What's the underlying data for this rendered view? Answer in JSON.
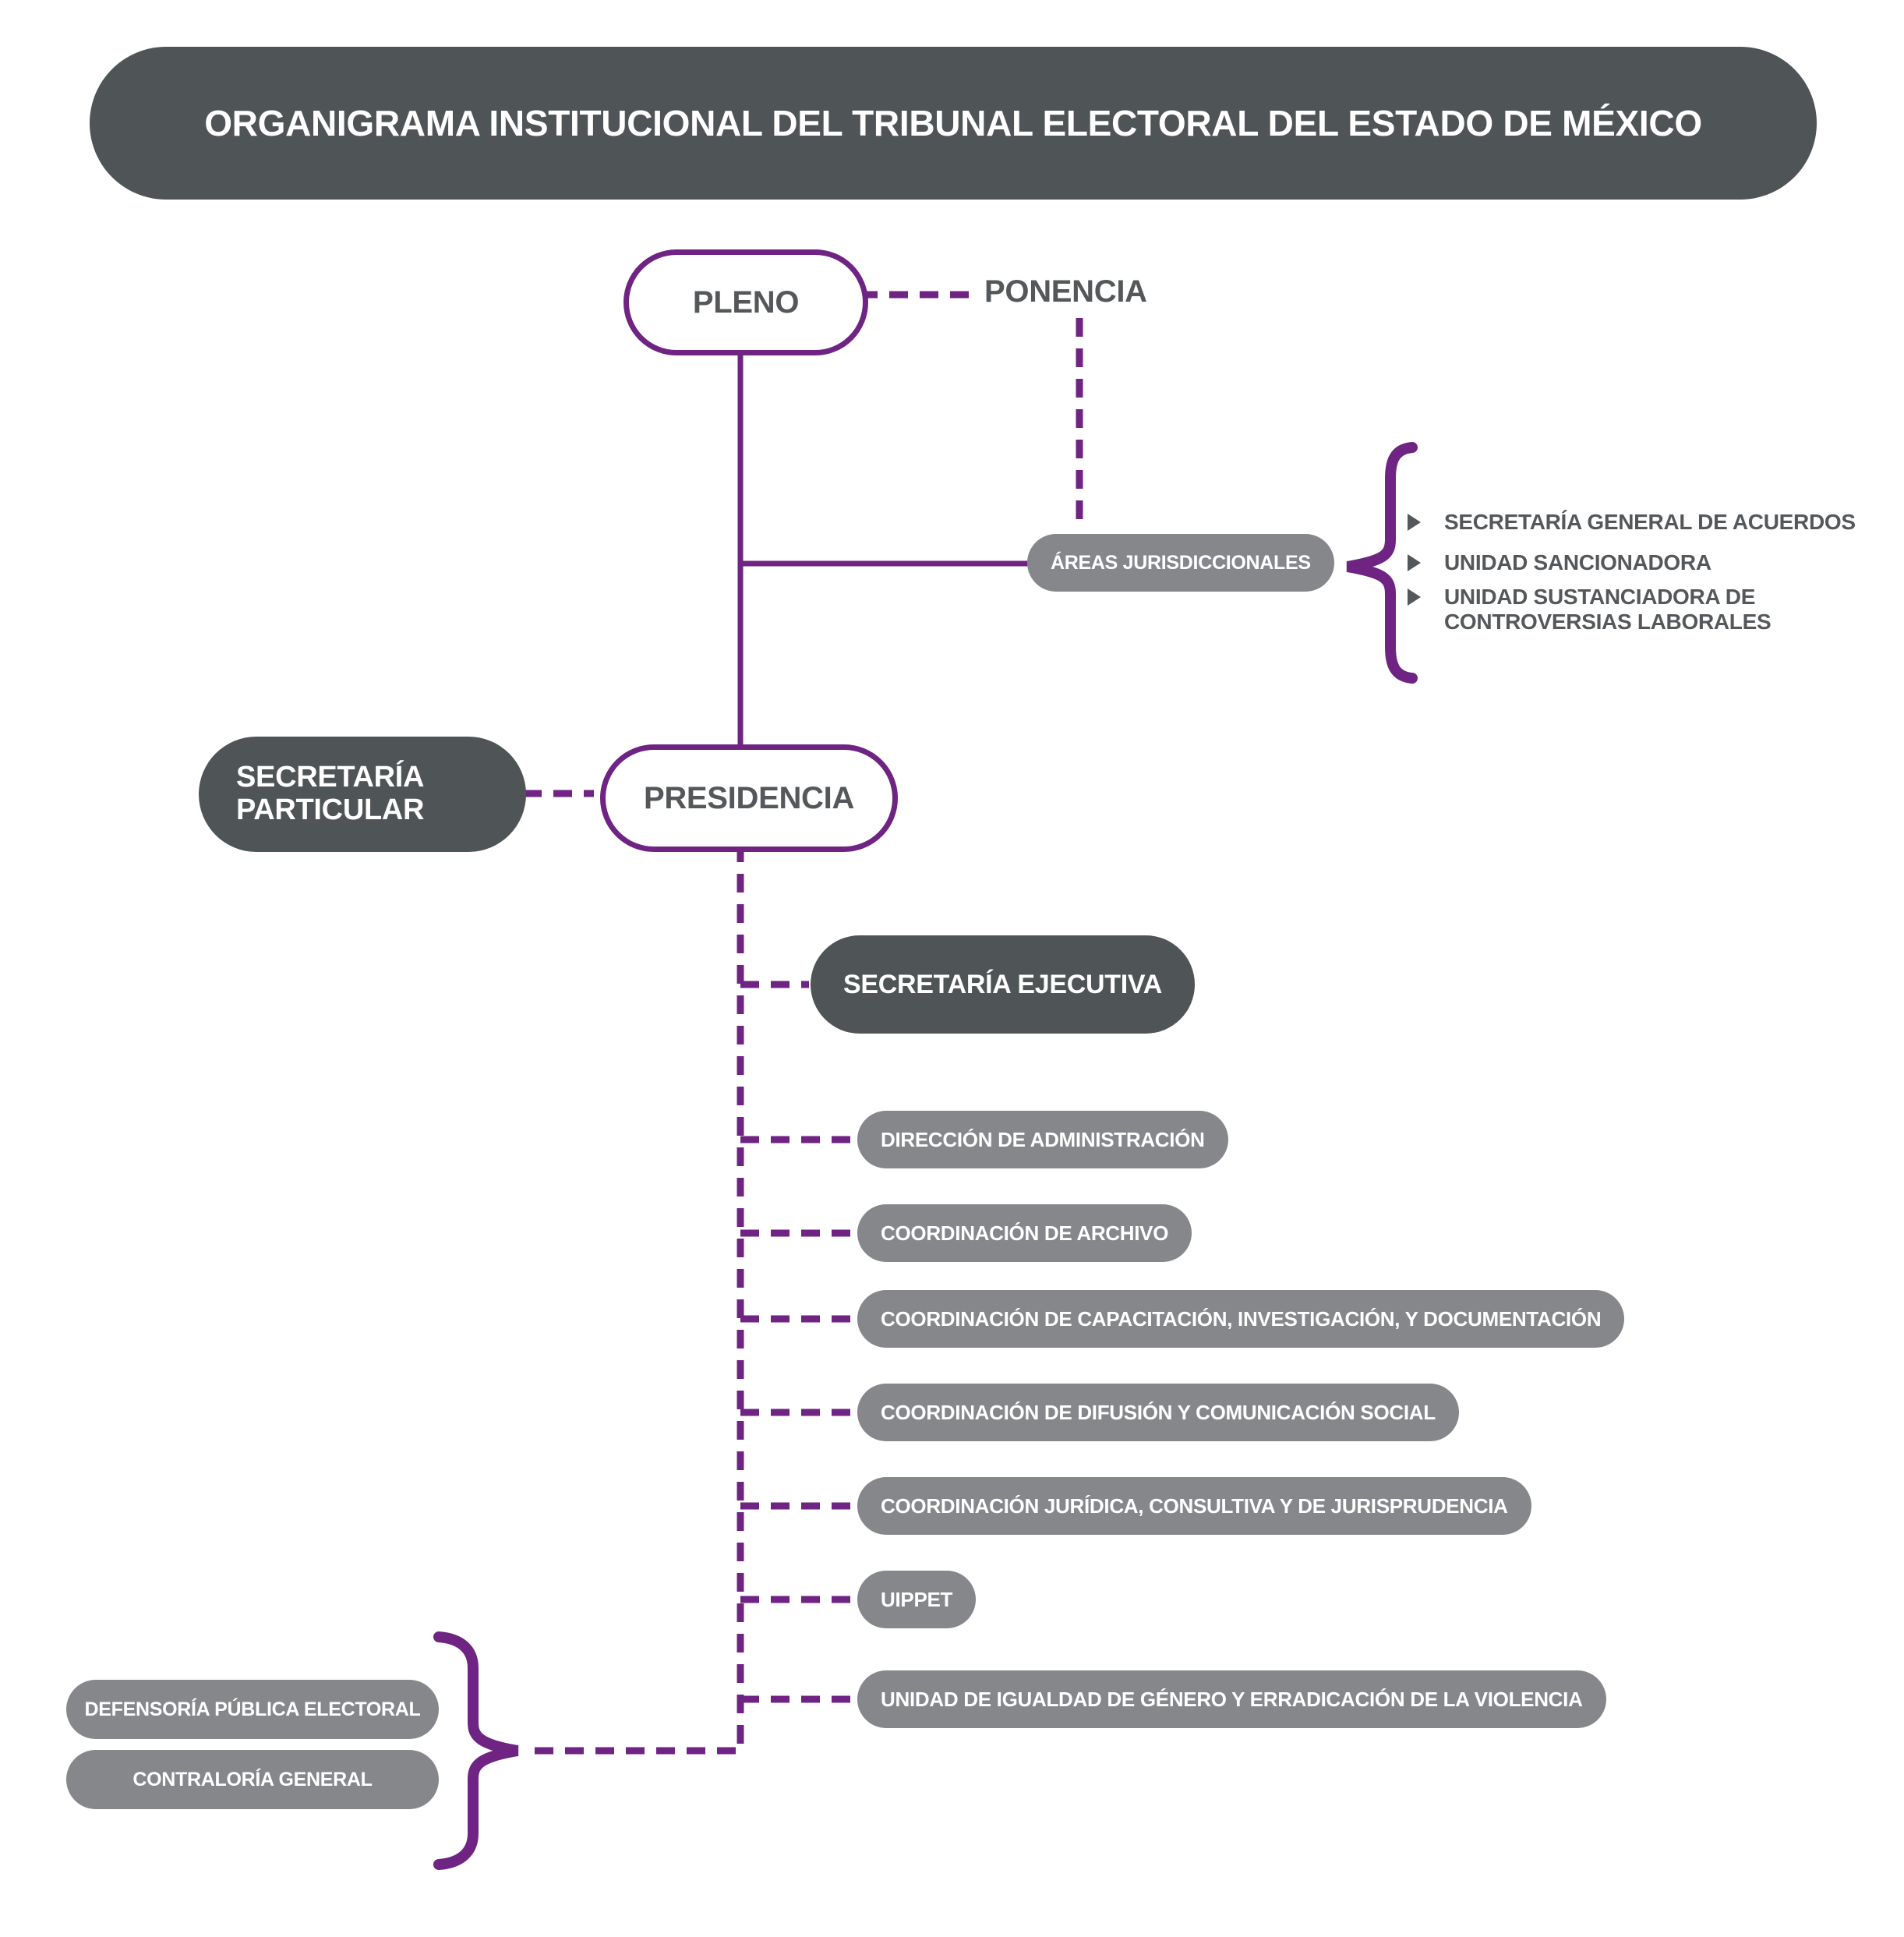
{
  "palette": {
    "purple": "#6F2383",
    "dark_gray": "#4F5456",
    "medium_gray": "#85878A",
    "text_gray": "#54585A",
    "white": "#FFFFFF"
  },
  "header": {
    "title": "ORGANIGRAMA INSTITUCIONAL DEL TRIBUNAL ELECTORAL DEL ESTADO DE MÉXICO"
  },
  "org": {
    "pleno": {
      "label": "PLENO"
    },
    "ponencia": {
      "label": "PONENCIA"
    },
    "areas_jurisdiccionales": {
      "label": "ÁREAS JURISDICCIONALES",
      "items": [
        {
          "label": "SECRETARÍA GENERAL DE ACUERDOS"
        },
        {
          "label": "UNIDAD SANCIONADORA"
        },
        {
          "label": "UNIDAD SUSTANCIADORA DE CONTROVERSIAS LABORALES"
        }
      ]
    },
    "secretaria_particular": {
      "label": "SECRETARÍA PARTICULAR"
    },
    "presidencia": {
      "label": "PRESIDENCIA"
    },
    "secretaria_ejecutiva": {
      "label": "SECRETARÍA EJECUTIVA"
    },
    "unidades_administrativas": [
      {
        "label": "DIRECCIÓN DE ADMINISTRACIÓN"
      },
      {
        "label": "COORDINACIÓN DE ARCHIVO"
      },
      {
        "label": "COORDINACIÓN DE CAPACITACIÓN, INVESTIGACIÓN, Y DOCUMENTACIÓN"
      },
      {
        "label": "COORDINACIÓN DE DIFUSIÓN Y COMUNICACIÓN SOCIAL"
      },
      {
        "label": "COORDINACIÓN JURÍDICA, CONSULTIVA Y DE JURISPRUDENCIA"
      },
      {
        "label": "UIPPET"
      },
      {
        "label": "UNIDAD DE IGUALDAD DE GÉNERO Y ERRADICACIÓN DE LA VIOLENCIA"
      }
    ],
    "organos_autonomos": [
      {
        "label": "DEFENSORÍA PÚBLICA ELECTORAL"
      },
      {
        "label": "CONTRALORÍA GENERAL"
      }
    ]
  }
}
